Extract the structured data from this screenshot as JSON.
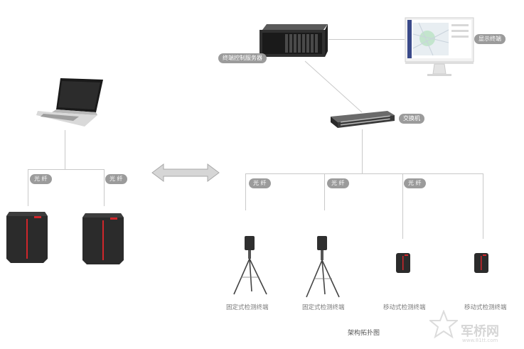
{
  "diagram": {
    "title": "架构拓扑图",
    "nodes": {
      "server": "终端控制服务器",
      "display": "显示终端",
      "switch": "交换机",
      "fixed_1": "固定式检测终端",
      "fixed_2": "固定式检测终端",
      "mobile_1": "移动式检测终端",
      "mobile_2": "移动式检测终端"
    },
    "links": {
      "left_fiber_1": "光 纤",
      "left_fiber_2": "光 纤",
      "right_fiber_1": "光 纤",
      "right_fiber_2": "光 纤",
      "right_fiber_3": "光 纤"
    }
  },
  "watermark": {
    "text": "军桥网",
    "url": "www.81tt.com"
  },
  "colors": {
    "line": "#c9c9c9",
    "label_pill": "#9b9b9b",
    "device_dark": "#2b2b2b",
    "device_accent": "#d0262b"
  }
}
